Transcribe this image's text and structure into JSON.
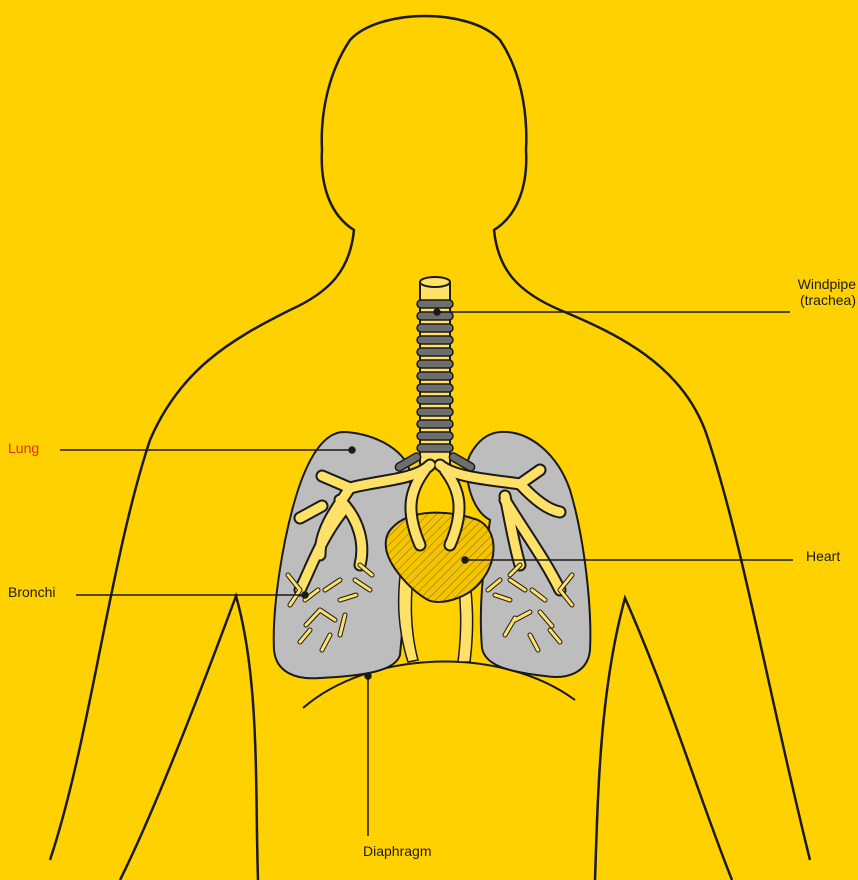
{
  "title": "",
  "labels": {
    "windpipe_line1": "Windpipe",
    "windpipe_line2": "(trachea)",
    "lung": "Lung",
    "bronchi": "Bronchi",
    "heart": "Heart",
    "diaphragm": "Diaphragm"
  },
  "colors": {
    "background": "#FFD100",
    "outline": "#1a1a1a",
    "lung_fill": "#BDBDBD",
    "airway_fill": "#FFE168",
    "cartilage_ring": "#6E6E6E",
    "heart_fill": "#F5C400",
    "lung_label": "#E0301E"
  }
}
